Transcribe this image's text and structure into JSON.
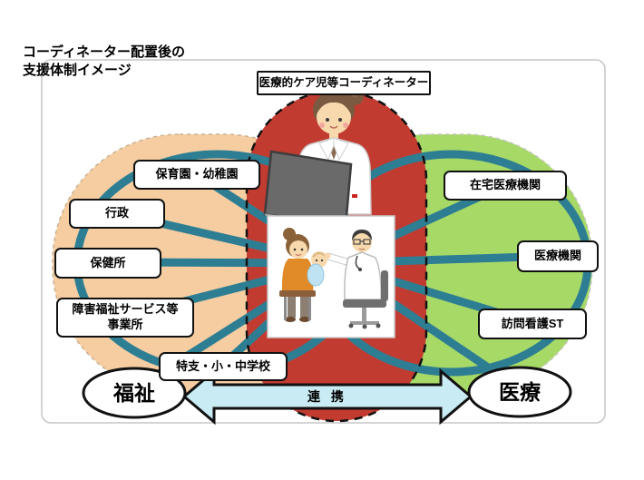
{
  "title": {
    "line1": "コーディネーター配置後の",
    "line2": "支援体制イメージ"
  },
  "coordinator": {
    "label": "医療的ケア児等コーディネーター"
  },
  "welfare_side": {
    "nursery_kindergarten": "保育園・幼稚園",
    "government": "行政",
    "health_center": "保健所",
    "disability_welfare_line1": "障害福祉サービス等",
    "disability_welfare_line2": "事業所",
    "schools": "特支・小・中学校"
  },
  "medical_side": {
    "home_medical_institution": "在宅医療機関",
    "medical_institution": "医療機関",
    "visiting_nursing_station": "訪問看護ST"
  },
  "bottom": {
    "welfare": "福祉",
    "cooperation": "連 携",
    "medical": "医療"
  },
  "colors": {
    "welfare_area": "#F5CDA1",
    "medical_area": "#A7D967",
    "coordinator_area": "#C23B31",
    "link_line": "#2E7E93",
    "cooperation_arrow": "#C9EBF3"
  }
}
